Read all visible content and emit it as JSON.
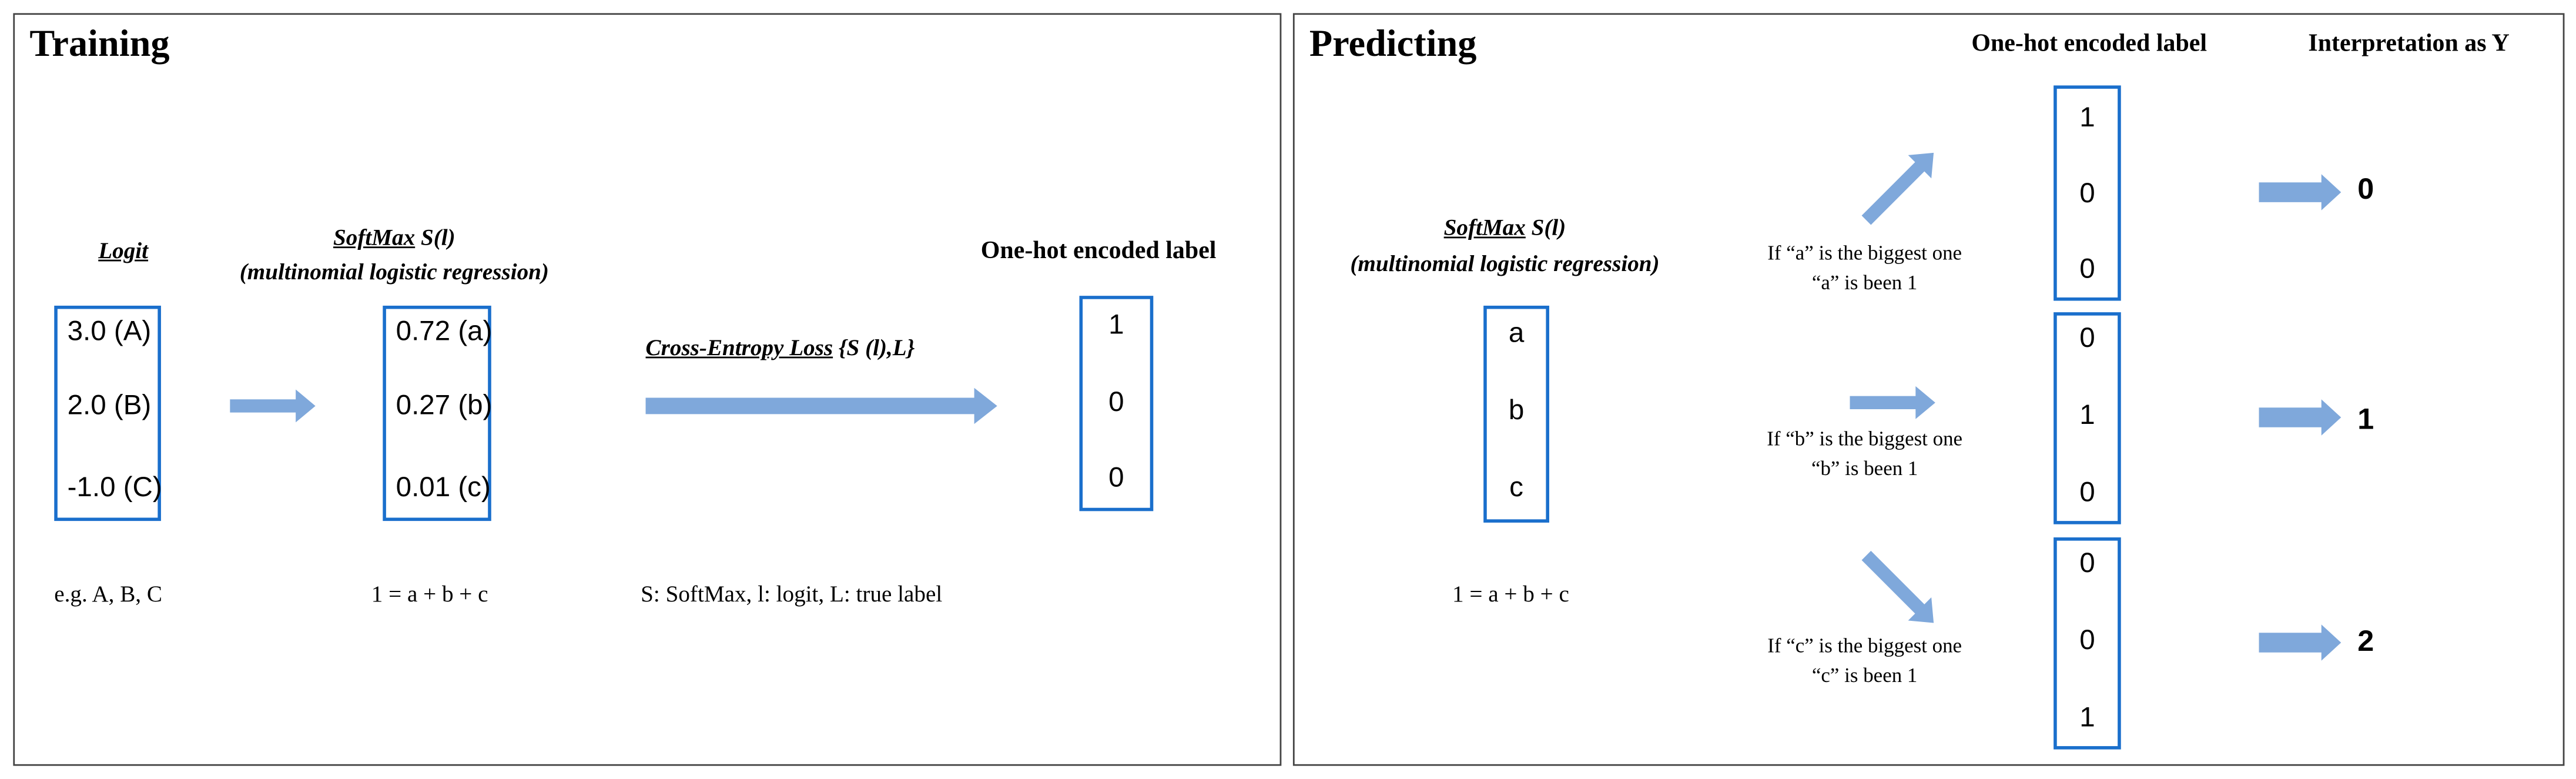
{
  "colors": {
    "box_border": "#1a6fcc",
    "arrow": "#7fa8db",
    "panel_border": "#444444"
  },
  "training": {
    "title": "Training",
    "logit": {
      "label": "Logit",
      "values": [
        "3.0 (A)",
        "2.0 (B)",
        "-1.0 (C)"
      ],
      "note": "e.g. A, B, C"
    },
    "softmax": {
      "label_main": "SoftMax",
      "label_fn": " S(l)",
      "label_sub": "(multinomial logistic regression)",
      "values": [
        "0.72 (a)",
        "0.27 (b)",
        "0.01 (c)"
      ],
      "note": "1 = a + b + c"
    },
    "loss": {
      "label_main": "Cross-Entropy Loss",
      "label_fn": " {S (l),L}",
      "note": "S: SoftMax, l: logit, L: true label"
    },
    "onehot": {
      "label": "One-hot encoded label",
      "values": [
        "1",
        "0",
        "0"
      ]
    }
  },
  "predicting": {
    "title": "Predicting",
    "header_onehot": "One-hot encoded label",
    "header_interp": "Interpretation as Y",
    "softmax": {
      "label_main": "SoftMax",
      "label_fn": " S(l)",
      "label_sub": "(multinomial logistic regression)",
      "values": [
        "a",
        "b",
        "c"
      ],
      "note": "1 = a + b + c"
    },
    "cases": [
      {
        "cond1": "If “a” is the biggest one",
        "cond2": "“a” is been 1",
        "vector": [
          "1",
          "0",
          "0"
        ],
        "y": "0"
      },
      {
        "cond1": "If “b” is the biggest one",
        "cond2": "“b” is been 1",
        "vector": [
          "0",
          "1",
          "0"
        ],
        "y": "1"
      },
      {
        "cond1": "If “c” is the biggest one",
        "cond2": "“c” is been 1",
        "vector": [
          "0",
          "0",
          "1"
        ],
        "y": "2"
      }
    ]
  }
}
